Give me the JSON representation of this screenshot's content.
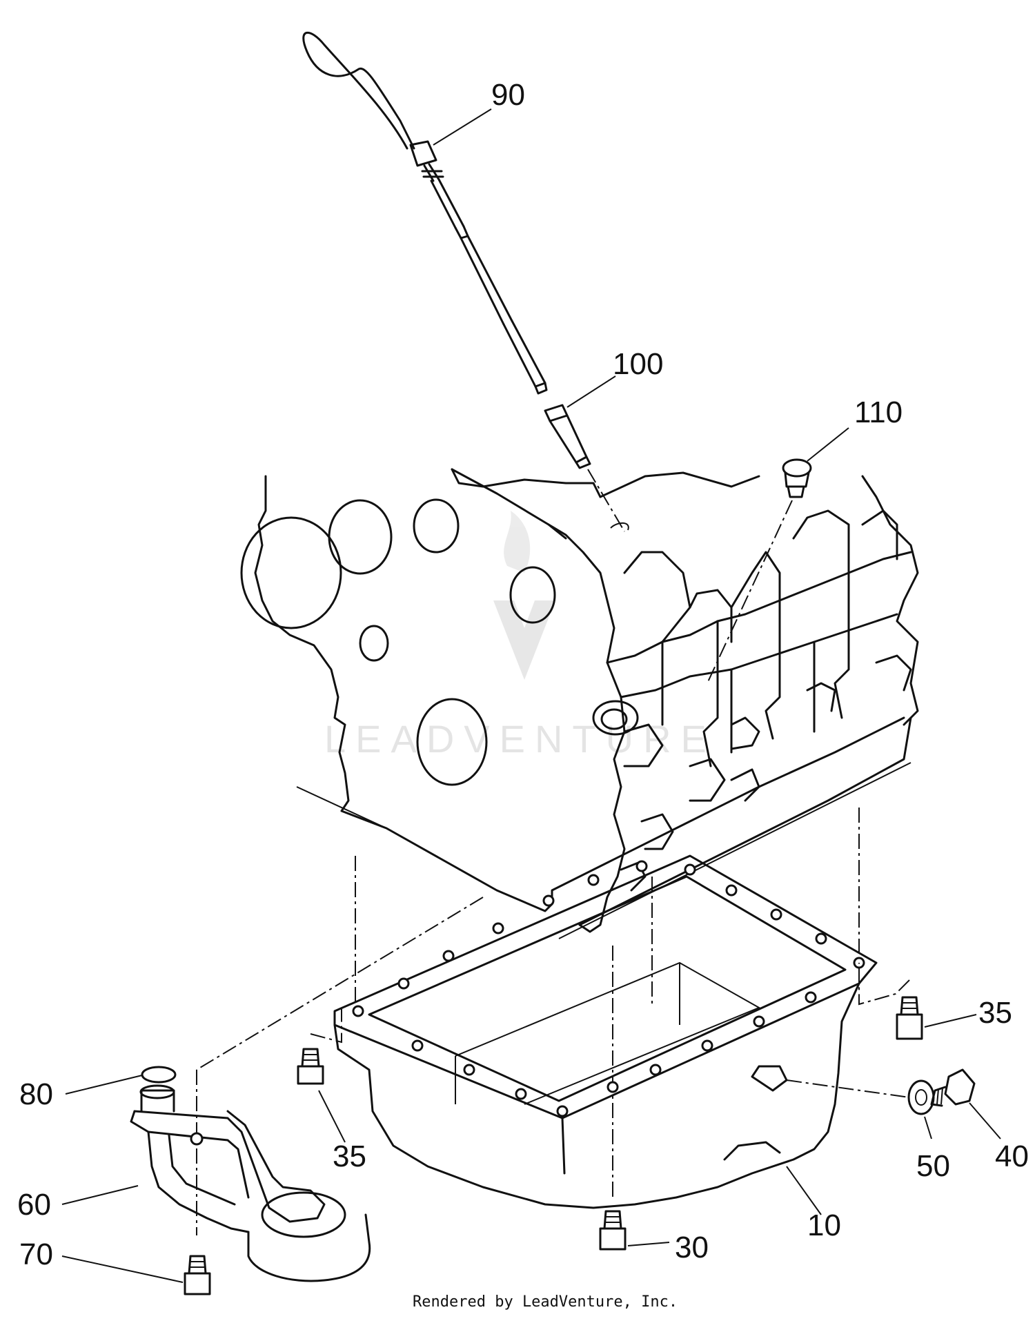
{
  "callouts": {
    "c90": "90",
    "c100": "100",
    "c110": "110",
    "c35a": "35",
    "c35b": "35",
    "c40": "40",
    "c50": "50",
    "c80": "80",
    "c60": "60",
    "c70": "70",
    "c10": "10",
    "c30": "30"
  },
  "watermark": {
    "text": "LEADVENTURE"
  },
  "footer": {
    "credit": "Rendered by LeadVenture, Inc."
  },
  "colors": {
    "line": "#111111",
    "background": "#ffffff",
    "watermark": "#cfcfcf"
  }
}
